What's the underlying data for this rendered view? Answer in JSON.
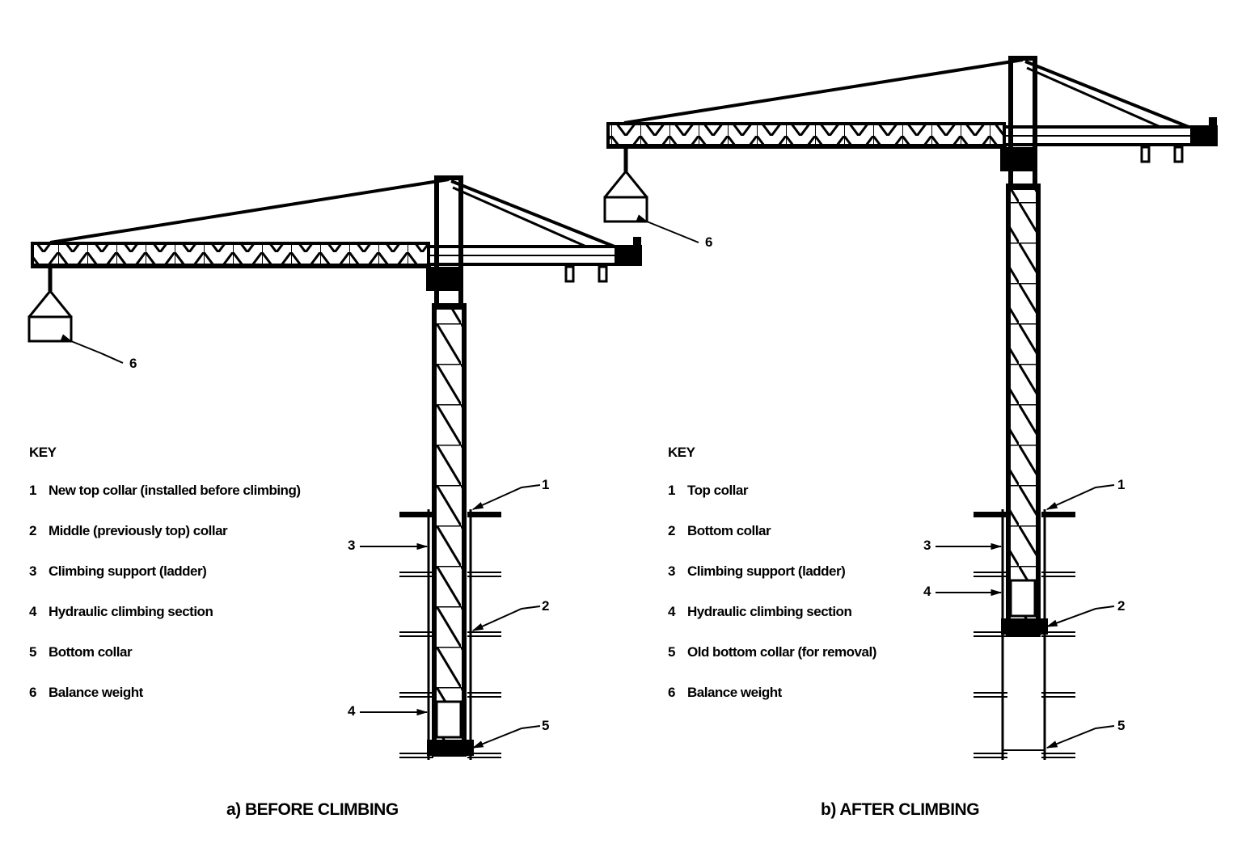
{
  "panels": [
    {
      "id": "a",
      "caption": "a) BEFORE CLIMBING",
      "key_title": "KEY",
      "key_items": [
        {
          "num": "1",
          "text": "New top collar (installed before climbing)"
        },
        {
          "num": "2",
          "text": "Middle (previously top) collar"
        },
        {
          "num": "3",
          "text": "Climbing support (ladder)"
        },
        {
          "num": "4",
          "text": "Hydraulic climbing section"
        },
        {
          "num": "5",
          "text": "Bottom collar"
        },
        {
          "num": "6",
          "text": "Balance weight"
        }
      ],
      "callouts": {
        "c1": "1",
        "c2": "2",
        "c3": "3",
        "c4": "4",
        "c5": "5",
        "c6": "6"
      }
    },
    {
      "id": "b",
      "caption": "b) AFTER CLIMBING",
      "key_title": "KEY",
      "key_items": [
        {
          "num": "1",
          "text": "Top collar"
        },
        {
          "num": "2",
          "text": "Bottom collar"
        },
        {
          "num": "3",
          "text": "Climbing support (ladder)"
        },
        {
          "num": "4",
          "text": "Hydraulic climbing section"
        },
        {
          "num": "5",
          "text": "Old bottom collar (for removal)"
        },
        {
          "num": "6",
          "text": "Balance weight"
        }
      ],
      "callouts": {
        "c1": "1",
        "c2": "2",
        "c3": "3",
        "c4": "4",
        "c5": "5",
        "c6": "6"
      }
    }
  ]
}
